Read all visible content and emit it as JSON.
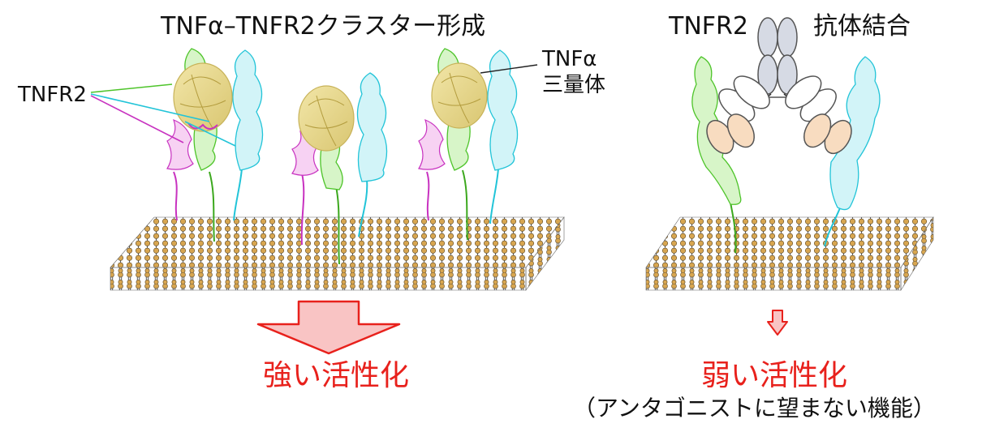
{
  "left_panel": {
    "title": "TNFα–TNFR2クラスター形成",
    "tnfr2_label": "TNFR2",
    "tnfa_label_line1": "TNFα",
    "tnfa_label_line2": "三量体",
    "result": "強い活性化"
  },
  "right_panel": {
    "tnfr2_label": "TNFR2",
    "antibody_label": "抗体結合",
    "result": "弱い活性化",
    "note": "（アンタゴニストに望まない機能）"
  },
  "colors": {
    "accent_red": "#e8211c",
    "arrow_fill": "#f9c4c4",
    "receptor_green": "#4ec42a",
    "receptor_cyan": "#22c4d8",
    "receptor_magenta": "#c832c0",
    "tnfa_yellow": "#e6d690",
    "fab_peach": "#f8dcc0",
    "fc_gray": "#d6dae4",
    "lipid_head": "#d8a650"
  },
  "icons": [
    "membrane-bilayer",
    "tnfa-trimer",
    "receptor-ribbon",
    "antibody-y-shape",
    "down-arrow"
  ]
}
